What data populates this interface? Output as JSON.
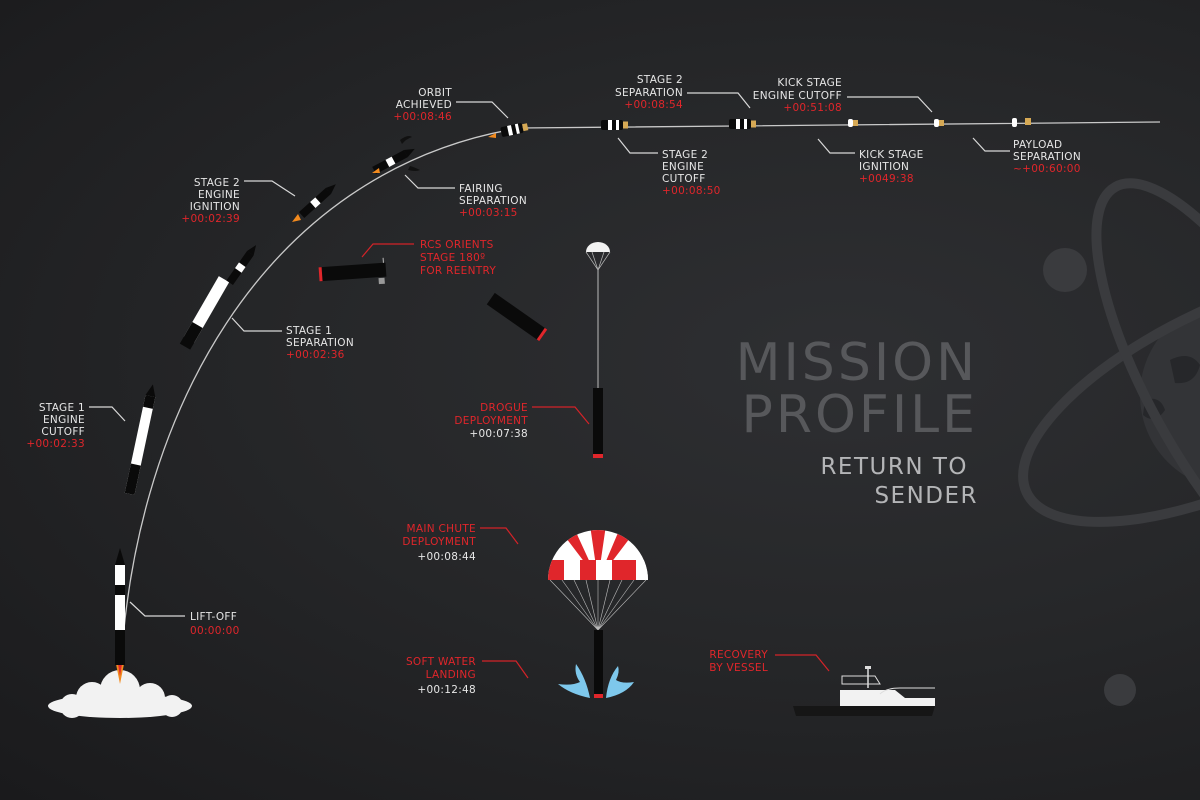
{
  "title": {
    "line1": "MISSION",
    "line2": "PROFILE",
    "subtitle1": "RETURN TO",
    "subtitle2": "SENDER"
  },
  "colors": {
    "accent": "#e0262b",
    "text": "#e6e6e6",
    "background": "#262729",
    "splash": "#7ec8ec"
  },
  "events": {
    "liftoff": {
      "lines": [
        "LIFT-OFF"
      ],
      "time": "00:00:00"
    },
    "stage1_cutoff": {
      "lines": [
        "STAGE 1",
        "ENGINE",
        "CUTOFF"
      ],
      "time": "+00:02:33"
    },
    "stage1_separation": {
      "lines": [
        "STAGE 1",
        "SEPARATION"
      ],
      "time": "+00:02:36"
    },
    "stage2_ignition": {
      "lines": [
        "STAGE 2",
        "ENGINE",
        "IGNITION"
      ],
      "time": "+00:02:39"
    },
    "fairing_separation": {
      "lines": [
        "FAIRING",
        "SEPARATION"
      ],
      "time": "+00:03:15"
    },
    "orbit_achieved": {
      "lines": [
        "ORBIT",
        "ACHIEVED"
      ],
      "time": "+00:08:46"
    },
    "stage2_separation": {
      "lines": [
        "STAGE 2",
        "SEPARATION"
      ],
      "time": "+00:08:54"
    },
    "stage2_cutoff": {
      "lines": [
        "STAGE 2",
        "ENGINE",
        "CUTOFF"
      ],
      "time": "+00:08:50"
    },
    "kick_cutoff": {
      "lines": [
        "KICK STAGE",
        "ENGINE CUTOFF"
      ],
      "time": "+00:51:08"
    },
    "kick_ignition": {
      "lines": [
        "KICK STAGE",
        "IGNITION"
      ],
      "time": "+0049:38"
    },
    "payload_separation": {
      "lines": [
        "PAYLOAD",
        "SEPARATION"
      ],
      "time": "~+00:60:00"
    },
    "rcs_orients": {
      "lines": [
        "RCS ORIENTS",
        "STAGE 180º",
        "FOR REENTRY"
      ]
    },
    "drogue": {
      "lines": [
        "DROGUE",
        "DEPLOYMENT"
      ],
      "time": "+00:07:38"
    },
    "main_chute": {
      "lines": [
        "MAIN CHUTE",
        "DEPLOYMENT"
      ],
      "time": "+00:08:44"
    },
    "water_landing": {
      "lines": [
        "SOFT WATER",
        "LANDING"
      ],
      "time": "+00:12:48"
    },
    "recovery": {
      "lines": [
        "RECOVERY",
        "BY VESSEL"
      ]
    }
  }
}
